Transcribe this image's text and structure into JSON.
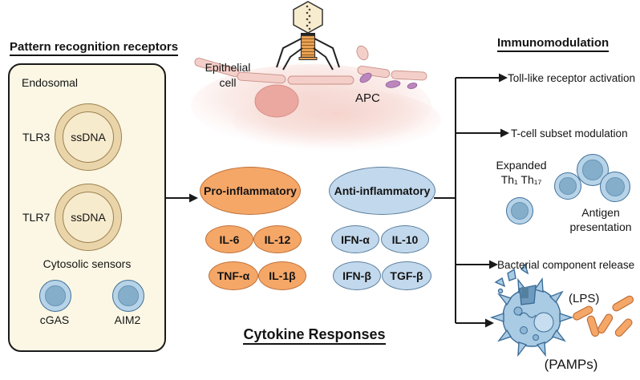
{
  "colors": {
    "orange": "#F5A768",
    "orange-border": "#BF7038",
    "blue": "#C2D8EC",
    "blue-border": "#5C7F9E",
    "cell-outer": "#B7D3E8",
    "cell-inner": "#85AECB",
    "cell-border": "#41719A",
    "cream": "#FBF7E4",
    "tan-ring": "#EAD5AA",
    "tan-inner": "#F7EBCD",
    "tan-border": "#9C8050",
    "pink": "#F4CFC9",
    "pink-border": "#C88F86",
    "nucleus": "#EBA8A0",
    "purple": "#BB86BC",
    "bact-fill": "#A9CBE3",
    "bact-border": "#3D6E99",
    "line": "#1A1A1A"
  },
  "left_panel": {
    "title": "Pattern recognition receptors",
    "endosomal_label": "Endosomal",
    "receptors": [
      {
        "label": "TLR3",
        "content": "ssDNA"
      },
      {
        "label": "TLR7",
        "content": "ssDNA"
      }
    ],
    "cytosolic_label": "Cytosolic sensors",
    "sensors": [
      {
        "label": "cGAS"
      },
      {
        "label": "AIM2"
      }
    ]
  },
  "scene": {
    "epithelial_line1": "Epithelial",
    "epithelial_line2": "cell",
    "apc_label": "APC"
  },
  "cytokines": {
    "title": "Cytokine Responses",
    "pro": {
      "label": "Pro-inflammatory",
      "items": [
        "IL-6",
        "IL-12",
        "TNF-α",
        "IL-1β"
      ]
    },
    "anti": {
      "label": "Anti-inflammatory",
      "items": [
        "IFN-α",
        "IL-10",
        "IFN-β",
        "TGF-β"
      ]
    }
  },
  "right_panel": {
    "title": "Immunomodulation",
    "branches": [
      "Toll-like receptor activation",
      "T-cell subset modulation",
      "Bacterial component release"
    ],
    "tcell": {
      "expanded_line1": "Expanded",
      "expanded_line2": "Th₁ Th₁₇",
      "antigen_line1": "Antigen",
      "antigen_line2": "presentation"
    },
    "lps_label": "(LPS)",
    "pamps_label": "(PAMPs)"
  }
}
